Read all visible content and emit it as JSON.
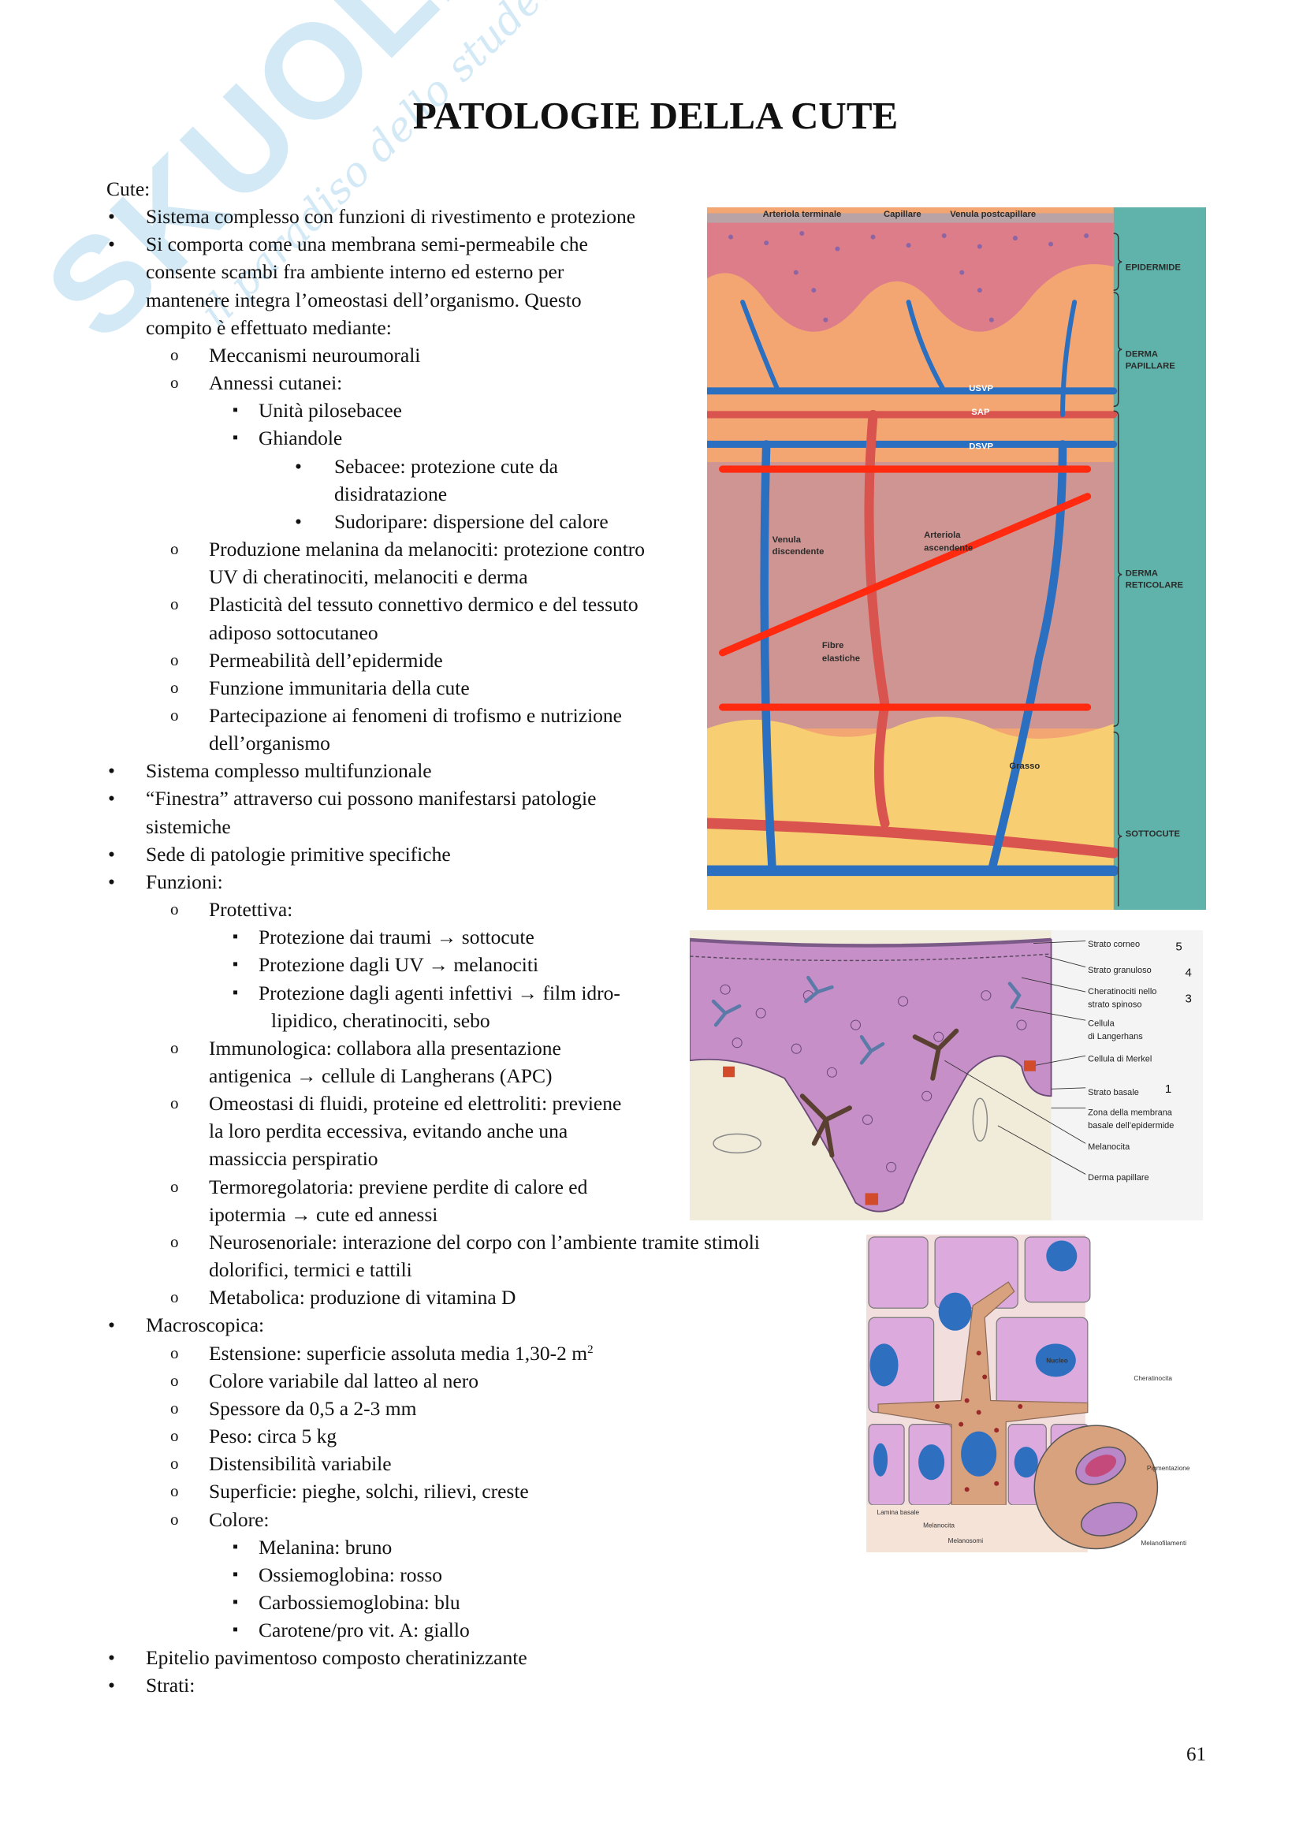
{
  "watermark": {
    "logo": "SKUOLA.net",
    "tagline": "il paradiso dello studente"
  },
  "title": "PATOLOGIE DELLA CUTE",
  "list": {
    "items": [
      {
        "lvl": "h",
        "marker": "",
        "lines": [
          "Cute:"
        ]
      },
      {
        "lvl": 0,
        "marker": "•",
        "lines": [
          "Sistema complesso con funzioni di rivestimento e protezione"
        ]
      },
      {
        "lvl": 0,
        "marker": "•",
        "lines": [
          "Si comporta come una membrana semi-permeabile che",
          "consente scambi fra ambiente interno ed esterno per",
          "mantenere integra l’omeostasi dell’organismo. Questo",
          "compito è effettuato mediante:"
        ]
      },
      {
        "lvl": 1,
        "marker": "o",
        "lines": [
          "Meccanismi neuroumorali"
        ]
      },
      {
        "lvl": 1,
        "marker": "o",
        "lines": [
          "Annessi cutanei:"
        ]
      },
      {
        "lvl": 2,
        "marker": "▪",
        "lines": [
          "Unità pilosebacee"
        ]
      },
      {
        "lvl": 2,
        "marker": "▪",
        "lines": [
          "Ghiandole"
        ]
      },
      {
        "lvl": 3,
        "marker": "•",
        "lines": [
          "Sebacee: protezione cute da",
          "disidratazione"
        ]
      },
      {
        "lvl": 3,
        "marker": "•",
        "lines": [
          "Sudoripare: dispersione del calore"
        ]
      },
      {
        "lvl": 1,
        "marker": "o",
        "lines": [
          "Produzione melanina da melanociti: protezione contro",
          "UV di cheratinociti, melanociti e derma"
        ]
      },
      {
        "lvl": 1,
        "marker": "o",
        "lines": [
          "Plasticità del tessuto connettivo dermico e del tessuto",
          "adiposo sottocutaneo"
        ]
      },
      {
        "lvl": 1,
        "marker": "o",
        "lines": [
          "Permeabilità dell’epidermide"
        ]
      },
      {
        "lvl": 1,
        "marker": "o",
        "lines": [
          "Funzione immunitaria della cute"
        ]
      },
      {
        "lvl": 1,
        "marker": "o",
        "lines": [
          "Partecipazione ai fenomeni di trofismo e nutrizione",
          "dell’organismo"
        ]
      },
      {
        "lvl": 0,
        "marker": "•",
        "lines": [
          "Sistema complesso multifunzionale"
        ]
      },
      {
        "lvl": 0,
        "marker": "•",
        "lines": [
          "“Finestra” attraverso cui possono manifestarsi patologie",
          "sistemiche"
        ]
      },
      {
        "lvl": 0,
        "marker": "•",
        "lines": [
          "Sede di patologie primitive specifiche"
        ]
      },
      {
        "lvl": 0,
        "marker": "•",
        "lines": [
          "Funzioni:"
        ]
      },
      {
        "lvl": 1,
        "marker": "o",
        "lines": [
          "Protettiva:"
        ]
      },
      {
        "lvl": 2,
        "marker": "▪",
        "lines": [
          "Protezione dai traumi → sottocute"
        ]
      },
      {
        "lvl": 2,
        "marker": "▪",
        "lines": [
          "Protezione dagli UV → melanociti"
        ]
      },
      {
        "lvl": 2,
        "marker": "▪",
        "lines": [
          "Protezione dagli agenti infettivi → film idro-",
          "lipidico, cheratinociti, sebo"
        ]
      },
      {
        "lvl": 1,
        "marker": "o",
        "lines": [
          "Immunologica: collabora alla presentazione",
          "antigenica → cellule di Langherans (APC)"
        ]
      },
      {
        "lvl": 1,
        "marker": "o",
        "lines": [
          "Omeostasi di fluidi, proteine ed elettroliti: previene",
          "la loro perdita eccessiva, evitando anche una",
          "massiccia perspiratio"
        ]
      },
      {
        "lvl": 1,
        "marker": "o",
        "lines": [
          "Termoregolatoria: previene perdite di calore ed",
          "ipotermia → cute ed annessi"
        ]
      },
      {
        "lvl": 1,
        "marker": "o",
        "lines": [
          "Neurosenoriale: interazione del corpo con l’ambiente tramite stimoli",
          "dolorifici, termici e tattili"
        ]
      },
      {
        "lvl": 1,
        "marker": "o",
        "lines": [
          "Metabolica: produzione di vitamina D"
        ]
      },
      {
        "lvl": 0,
        "marker": "•",
        "lines": [
          "Macroscopica:"
        ]
      },
      {
        "lvl": 1,
        "marker": "o",
        "lines": [
          "Estensione: superficie assoluta media 1,30-2 m"
        ],
        "sup": "2"
      },
      {
        "lvl": 1,
        "marker": "o",
        "lines": [
          "Colore variabile dal latteo al nero"
        ]
      },
      {
        "lvl": 1,
        "marker": "o",
        "lines": [
          "Spessore da 0,5 a 2-3 mm"
        ]
      },
      {
        "lvl": 1,
        "marker": "o",
        "lines": [
          "Peso: circa 5 kg"
        ]
      },
      {
        "lvl": 1,
        "marker": "o",
        "lines": [
          "Distensibilità variabile"
        ]
      },
      {
        "lvl": 1,
        "marker": "o",
        "lines": [
          "Superficie: pieghe, solchi, rilievi, creste"
        ]
      },
      {
        "lvl": 1,
        "marker": "o",
        "lines": [
          "Colore:"
        ]
      },
      {
        "lvl": 2,
        "marker": "▪",
        "lines": [
          "Melanina: bruno"
        ]
      },
      {
        "lvl": 2,
        "marker": "▪",
        "lines": [
          "Ossiemoglobina: rosso"
        ]
      },
      {
        "lvl": 2,
        "marker": "▪",
        "lines": [
          "Carbossiemoglobina: blu"
        ]
      },
      {
        "lvl": 2,
        "marker": "▪",
        "lines": [
          "Carotene/pro vit. A: giallo"
        ]
      },
      {
        "lvl": 0,
        "marker": "•",
        "lines": [
          "Epitelio pavimentoso composto cheratinizzante"
        ]
      },
      {
        "lvl": 0,
        "marker": "•",
        "lines": [
          "Strati:"
        ]
      }
    ]
  },
  "fig1": {
    "top_labels": [
      "Arteriola terminale",
      "Capillare",
      "Venula postcapillare"
    ],
    "layers": [
      "EPIDERMIDE",
      "DERMA",
      "PAPILLARE",
      "DERMA",
      "RETICOLARE",
      "SOTTOCUTE"
    ],
    "vessels": [
      "USVP",
      "SAP",
      "DSVP"
    ],
    "inner": [
      "Venula",
      "discendente",
      "Arteriola",
      "ascendente",
      "Fibre",
      "elastiche",
      "Grasso"
    ]
  },
  "fig2": {
    "labels": [
      "Strato corneo",
      "Strato granuloso",
      "Cheratinociti nello",
      "strato spinoso",
      "Cellula",
      "di Langerhans",
      "Cellula di Merkel",
      "Strato basale",
      "Zona della membrana",
      "basale dell’epidermide",
      "Melanocita",
      "Derma papillare"
    ],
    "numbers": [
      "5",
      "4",
      "3",
      "1"
    ]
  },
  "fig3": {
    "labels": [
      "Nucleo",
      "Cheratinocita",
      "Pigmentazione",
      "Lamina basale",
      "Melanocita",
      "Melanosomi",
      "Melanofilamenti"
    ]
  },
  "page_number": "61",
  "colors": {
    "artery": "#d9534f",
    "vein": "#2a6fc0",
    "mark": "#ff2a10",
    "teal": "#5fb3aa"
  }
}
